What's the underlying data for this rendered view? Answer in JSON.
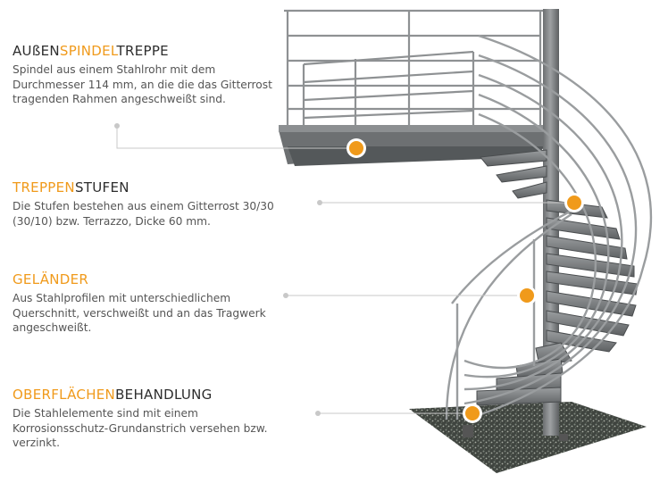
{
  "sections": [
    {
      "title_parts": [
        "AUßEN",
        "SPINDEL",
        "TREPPE"
      ],
      "description": "Spindel aus einem Stahlrohr mit dem Durchmesser 114 mm, an die die das Gitterrost tragenden Rahmen angeschweißt sind."
    },
    {
      "title_parts": [
        "TREPPEN",
        "STUFEN"
      ],
      "description": "Die Stufen bestehen aus einem Gitterrost 30/30 (30/10) bzw. Terrazzo, Dicke 60 mm."
    },
    {
      "title_parts": [
        "GELÄNDER"
      ],
      "description": "Aus Stahlprofilen mit unterschiedlichem Querschnitt, verschweißt und an das Tragwerk angeschweißt."
    },
    {
      "title_parts": [
        "OBERFLÄCHEN",
        "BEHANDLUNG"
      ],
      "description": "Die Stahlelemente sind mit einem Korrosionsschutz-Grundanstrich versehen bzw. verzinkt."
    }
  ],
  "colors": {
    "accent": "#f09a1b",
    "title_text": "#2d2d2d",
    "body_text": "#555555",
    "leader_line": "#c8c8c8",
    "steel": "#7d8083",
    "steel_dark": "#4f5355"
  }
}
